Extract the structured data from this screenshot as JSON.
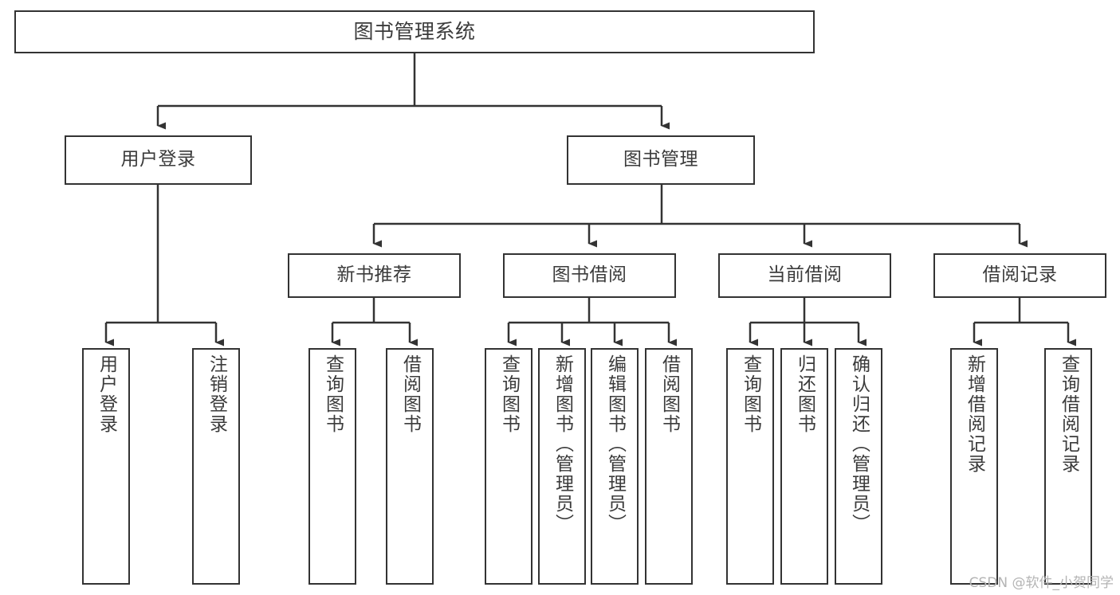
{
  "diagram": {
    "title": "图书管理系统",
    "watermark": "CSDN @软件_小贺同学",
    "colors": {
      "box_border": "#333333",
      "box_fill": "#ffffff",
      "text": "#3b3b3b",
      "connector": "#333333",
      "watermark": "#b4b4b4",
      "background": "#ffffff"
    },
    "root": {
      "label": "图书管理系统"
    },
    "level1": [
      {
        "label": "用户登录"
      },
      {
        "label": "图书管理"
      }
    ],
    "level2": [
      {
        "label": "新书推荐"
      },
      {
        "label": "图书借阅"
      },
      {
        "label": "当前借阅"
      },
      {
        "label": "借阅记录"
      }
    ],
    "leaves": {
      "user_login": [
        {
          "label": "用户登录"
        },
        {
          "label": "注销登录"
        }
      ],
      "new_book_recommend": [
        {
          "label": "查询图书"
        },
        {
          "label": "借阅图书"
        }
      ],
      "book_borrow": [
        {
          "label": "查询图书"
        },
        {
          "label": "新增图书（管理员）"
        },
        {
          "label": "编辑图书（管理员）"
        },
        {
          "label": "借阅图书"
        }
      ],
      "current_borrow": [
        {
          "label": "查询图书"
        },
        {
          "label": "归还图书"
        },
        {
          "label": "确认归还（管理员）"
        }
      ],
      "borrow_record": [
        {
          "label": "新增借阅记录"
        },
        {
          "label": "查询借阅记录"
        }
      ]
    }
  }
}
